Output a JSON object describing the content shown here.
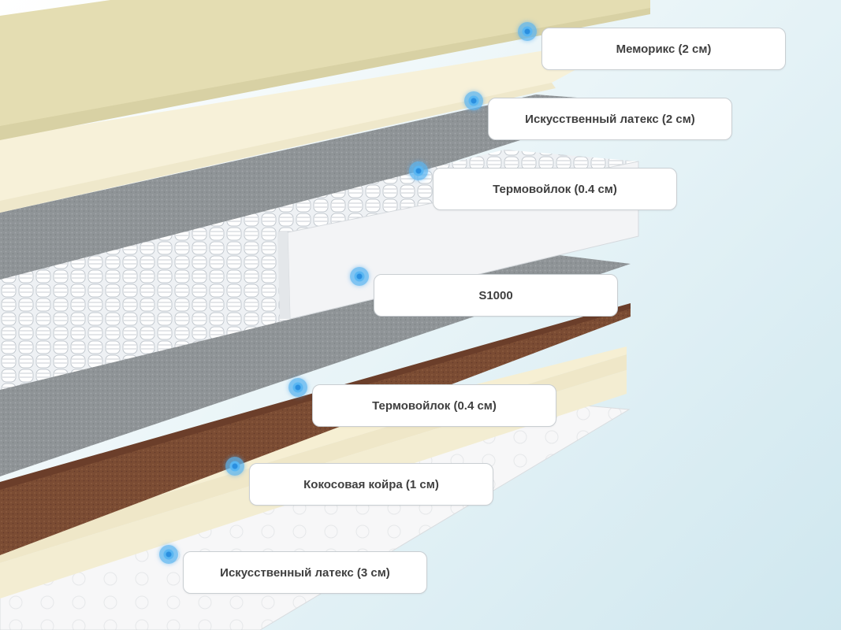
{
  "layers": [
    {
      "label": "Меморикс (2 см)"
    },
    {
      "label": "Искусственный латекс (2 см)"
    },
    {
      "label": "Термовойлок (0.4 см)"
    },
    {
      "label": "S1000"
    },
    {
      "label": "Термовойлок (0.4 см)"
    },
    {
      "label": "Кокосовая койра (1 см)"
    },
    {
      "label": "Искусственный латекс (3 см)"
    }
  ],
  "colors": {
    "memorix": "#e6dfb6",
    "latex": "#f7f1d6",
    "felt": "#8e9396",
    "springs": "#f4f6f8",
    "coconut": "#7a4b32",
    "marker": "#4aa8ef"
  }
}
